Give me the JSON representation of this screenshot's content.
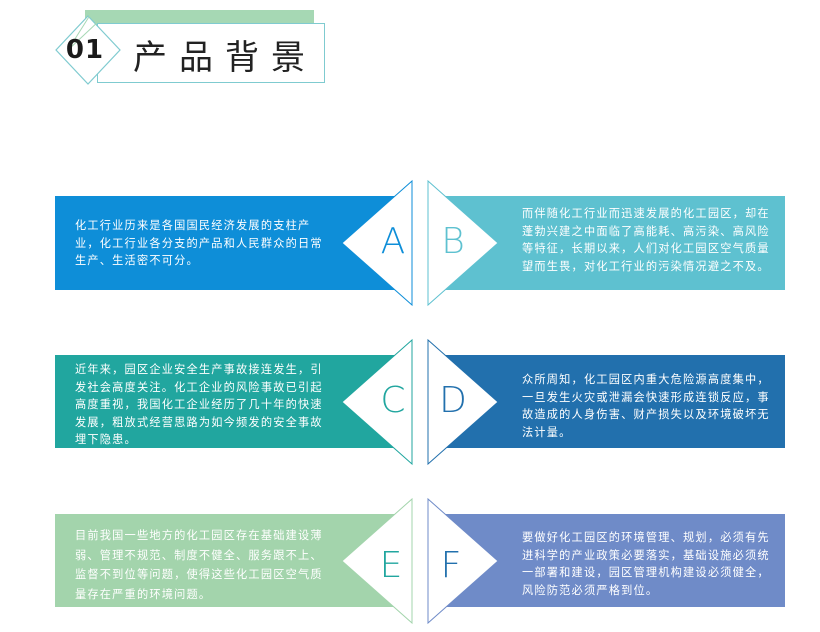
{
  "header": {
    "number": "01",
    "title": "产品背景"
  },
  "colors": {
    "a": "#0e8ed8",
    "b": "#5ec1d0",
    "c": "#21a69f",
    "d": "#2270ad",
    "e": "#a3d4ac",
    "f": "#6f8bc8",
    "header_green": "#a6d8b4",
    "header_border": "#7fcbd0"
  },
  "cards": [
    {
      "letter": "A",
      "side": "left",
      "text": "化工行业历来是各国国民经济发展的支柱产业，化工行业各分支的产品和人民群众的日常生产、生活密不可分。"
    },
    {
      "letter": "B",
      "side": "right",
      "text": "而伴随化工行业而迅速发展的化工园区，却在蓬勃兴建之中面临了高能耗、高污染、高风险等特征，长期以来，人们对化工园区空气质量望而生畏，对化工行业的污染情况避之不及。"
    },
    {
      "letter": "C",
      "side": "left",
      "text": "近年来，园区企业安全生产事故接连发生，引发社会高度关注。化工企业的风险事故已引起高度重视，我国化工企业经历了几十年的快速发展，粗放式经营思路为如今频发的安全事故埋下隐患。"
    },
    {
      "letter": "D",
      "side": "right",
      "text": "众所周知，化工园区内重大危险源高度集中，一旦发生火灾或泄漏会快速形成连锁反应，事故造成的人身伤害、财产损失以及环境破坏无法计量。"
    },
    {
      "letter": "E",
      "side": "left",
      "text": "目前我国一些地方的化工园区存在基础建设薄弱、管理不规范、制度不健全、服务跟不上、监督不到位等问题，使得这些化工园区空气质量存在严重的环境问题。"
    },
    {
      "letter": "F",
      "side": "right",
      "text": "要做好化工园区的环境管理、规划，必须有先进科学的产业政策必要落实，基础设施必须统一部署和建设，园区管理机构建设必须健全，风险防范必须严格到位。"
    }
  ]
}
